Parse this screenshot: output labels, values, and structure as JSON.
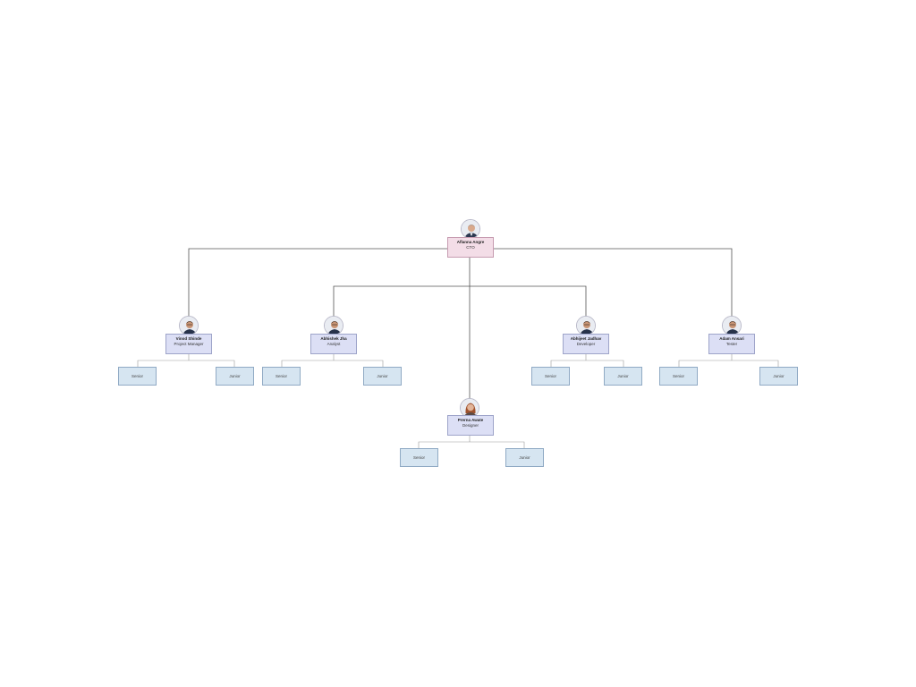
{
  "org_chart": {
    "root": {
      "name": "Aflanna Angre",
      "role": "CTO",
      "avatar": "man-suit-portrait",
      "color": "#f3dde7"
    },
    "departments": [
      {
        "key": "pm",
        "name": "Vinod Shinde",
        "role": "Project Manager",
        "avatar": "man-glasses-portrait",
        "levels": [
          "Senior",
          "Junior"
        ]
      },
      {
        "key": "analyst",
        "name": "Abhishek Jha",
        "role": "Analyst",
        "avatar": "man-glasses-portrait",
        "levels": [
          "Senior",
          "Junior"
        ]
      },
      {
        "key": "designer",
        "name": "Prerna Awate",
        "role": "Designer",
        "avatar": "woman-portrait",
        "levels": [
          "Senior",
          "Junior"
        ]
      },
      {
        "key": "developer",
        "name": "Abhijeet Jadhav",
        "role": "Developer",
        "avatar": "man-glasses-portrait",
        "levels": [
          "Senior",
          "Junior"
        ]
      },
      {
        "key": "tester",
        "name": "Adam Ansari",
        "role": "Tester",
        "avatar": "man-glasses-portrait",
        "levels": [
          "Senior",
          "Junior"
        ]
      }
    ],
    "colors": {
      "manager_box": "#dcdff5",
      "level_box": "#d6e5f1",
      "connector": "#555555"
    }
  }
}
